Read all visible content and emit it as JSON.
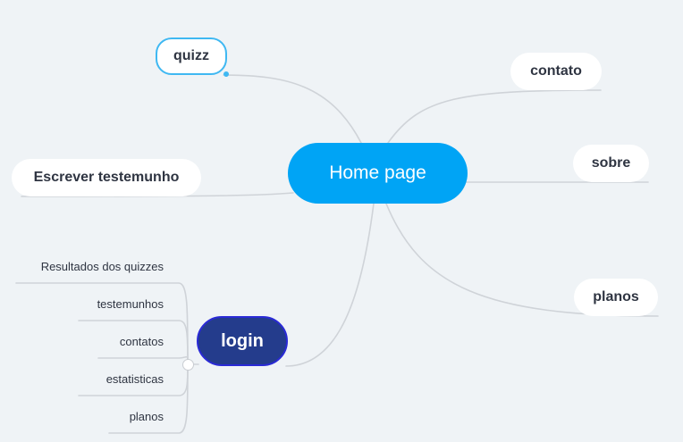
{
  "mindmap": {
    "root": {
      "label": "Home page"
    },
    "branches": {
      "quizz": "quizz",
      "contato": "contato",
      "sobre": "sobre",
      "planos": "planos",
      "escrever_testemunho": "Escrever testemunho",
      "login": "login"
    },
    "login_children": [
      "Resultados dos quizzes",
      "testemunhos",
      "contatos",
      "estatisticas",
      "planos"
    ],
    "colors": {
      "background": "#eff3f6",
      "root_fill": "#00a4f5",
      "login_fill": "#243c8c",
      "login_border": "#2a2ad6",
      "selection_border": "#3fb8f2",
      "connector": "#c9cdd2"
    }
  }
}
